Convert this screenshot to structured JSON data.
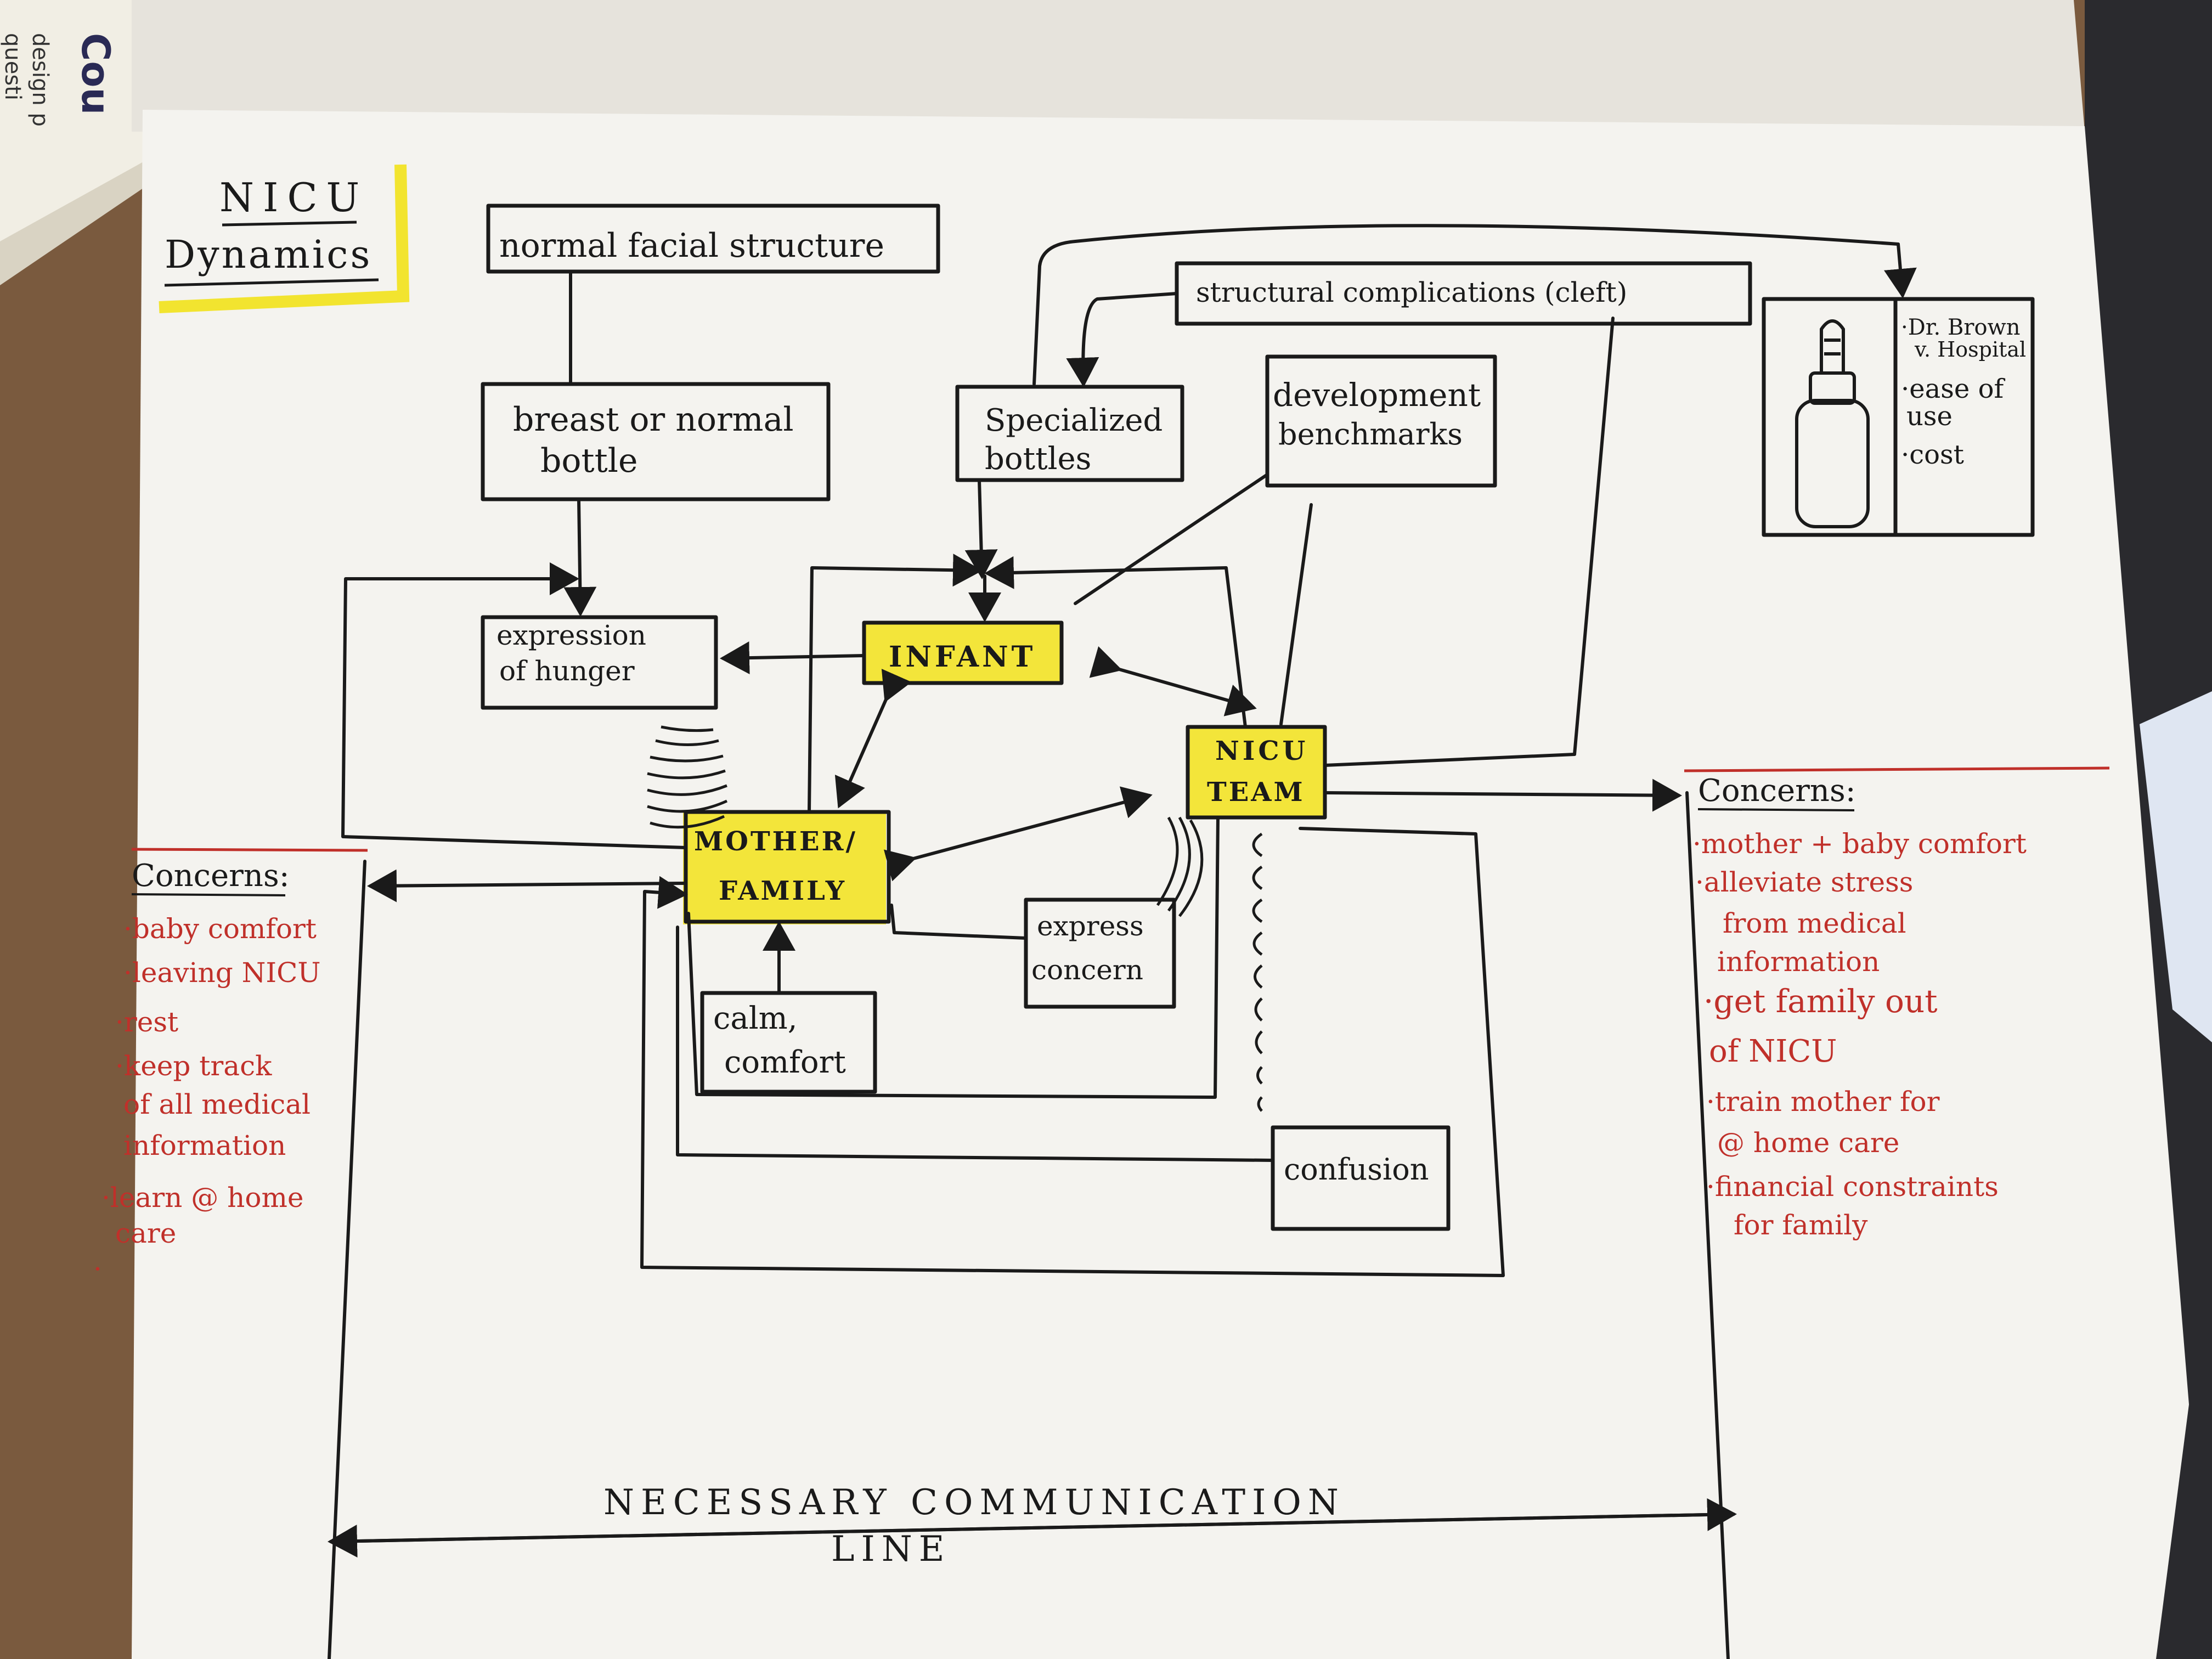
{
  "title": {
    "line1": "NICU",
    "line2": "Dynamics"
  },
  "corner_book": {
    "big": "Cou",
    "small1": "design p",
    "small2": "questi"
  },
  "boxes": {
    "normal_facial": "normal facial structure",
    "breast_bottle": [
      "breast or normal",
      "bottle"
    ],
    "structural": "structural complications (cleft)",
    "specialized": [
      "Specialized",
      "bottles"
    ],
    "development": [
      "development",
      "benchmarks"
    ],
    "expression": [
      "expression",
      "of hunger"
    ],
    "infant": "INFANT",
    "nicu_team": [
      "NICU",
      "TEAM"
    ],
    "mother": [
      "MOTHER/",
      "FAMILY"
    ],
    "express_concern": [
      "express",
      "concern"
    ],
    "calm_comfort": [
      "calm,",
      "comfort"
    ],
    "confusion": "confusion"
  },
  "product_box": {
    "items": [
      "·Dr. Brown",
      "v. Hospital",
      "·ease of",
      "use",
      "·cost"
    ]
  },
  "left_concerns": {
    "heading": "Concerns:",
    "lines": [
      "·baby comfort",
      "·leaving NICU",
      "·rest",
      "·keep track",
      "of all medical",
      "information",
      "·learn @ home",
      "care",
      "·"
    ]
  },
  "right_concerns": {
    "heading": "Concerns:",
    "lines": [
      "·mother + baby comfort",
      "·alleviate stress",
      "from medical",
      "information",
      "·get family out",
      "of NICU",
      "·train mother for",
      "@ home care",
      "·financial constraints",
      "for family"
    ]
  },
  "bottom": {
    "line1": "NECESSARY COMMUNICATION",
    "line2": "LINE"
  },
  "colors": {
    "ink": "#1a1a1a",
    "red": "#c0302a",
    "highlight": "#f2e21a",
    "paper": "#f4f3ef",
    "desk": "#7a5a3e"
  },
  "icons": [
    "bottle-icon",
    "signal-waves-icon"
  ]
}
